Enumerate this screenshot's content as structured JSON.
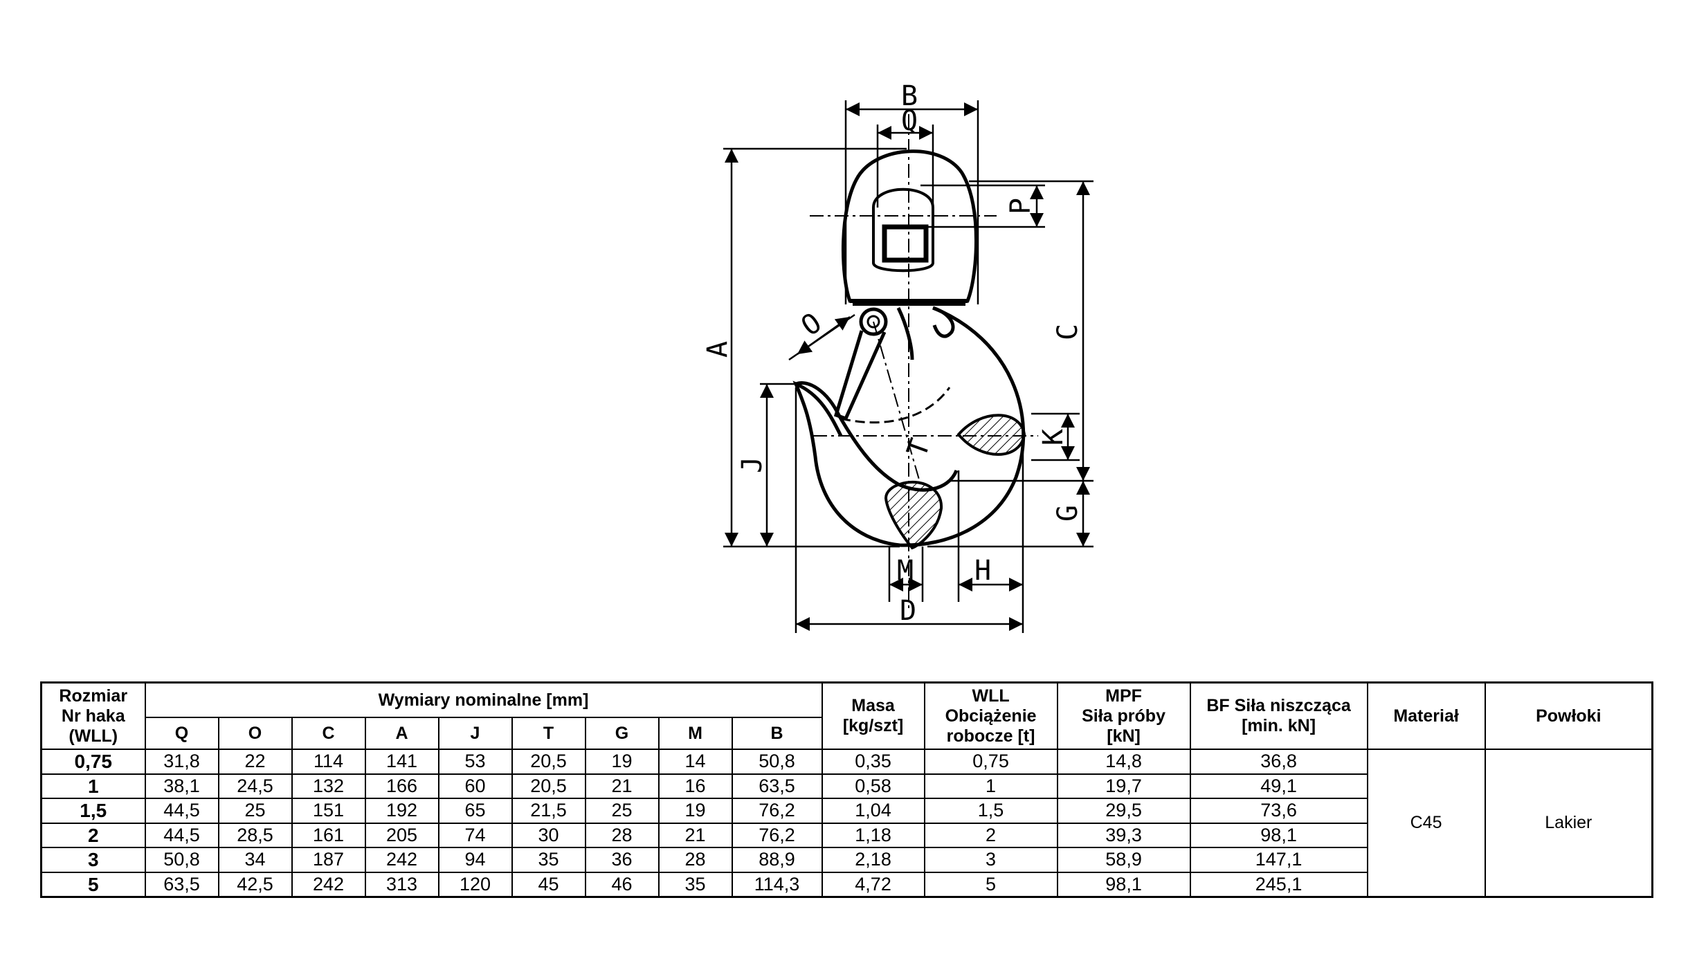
{
  "drawing": {
    "labels": {
      "B": "B",
      "Q": "Q",
      "P": "P",
      "A": "A",
      "C": "C",
      "O": "O",
      "J": "J",
      "T": "T",
      "K": "K",
      "G": "G",
      "M": "M",
      "H": "H",
      "D": "D"
    }
  },
  "table": {
    "header": {
      "size": "Rozmiar\nNr haka\n(WLL)",
      "dims_group": "Wymiary nominalne [mm]",
      "dims": [
        "Q",
        "O",
        "C",
        "A",
        "J",
        "T",
        "G",
        "M",
        "B"
      ],
      "mass": "Masa\n[kg/szt]",
      "wll": "WLL\nObciążenie\nrobocze [t]",
      "mpf": "MPF\nSiła próby\n[kN]",
      "bf": "BF Siła niszcząca\n[min. kN]",
      "material": "Materiał",
      "coating": "Powłoki"
    },
    "rows": [
      {
        "size": "0,75",
        "Q": "31,8",
        "O": "22",
        "C": "114",
        "A": "141",
        "J": "53",
        "T": "20,5",
        "G": "19",
        "M": "14",
        "B": "50,8",
        "mass": "0,35",
        "wll": "0,75",
        "mpf": "14,8",
        "bf": "36,8"
      },
      {
        "size": "1",
        "Q": "38,1",
        "O": "24,5",
        "C": "132",
        "A": "166",
        "J": "60",
        "T": "20,5",
        "G": "21",
        "M": "16",
        "B": "63,5",
        "mass": "0,58",
        "wll": "1",
        "mpf": "19,7",
        "bf": "49,1"
      },
      {
        "size": "1,5",
        "Q": "44,5",
        "O": "25",
        "C": "151",
        "A": "192",
        "J": "65",
        "T": "21,5",
        "G": "25",
        "M": "19",
        "B": "76,2",
        "mass": "1,04",
        "wll": "1,5",
        "mpf": "29,5",
        "bf": "73,6"
      },
      {
        "size": "2",
        "Q": "44,5",
        "O": "28,5",
        "C": "161",
        "A": "205",
        "J": "74",
        "T": "30",
        "G": "28",
        "M": "21",
        "B": "76,2",
        "mass": "1,18",
        "wll": "2",
        "mpf": "39,3",
        "bf": "98,1"
      },
      {
        "size": "3",
        "Q": "50,8",
        "O": "34",
        "C": "187",
        "A": "242",
        "J": "94",
        "T": "35",
        "G": "36",
        "M": "28",
        "B": "88,9",
        "mass": "2,18",
        "wll": "3",
        "mpf": "58,9",
        "bf": "147,1"
      },
      {
        "size": "5",
        "Q": "63,5",
        "O": "42,5",
        "C": "242",
        "A": "313",
        "J": "120",
        "T": "45",
        "G": "46",
        "M": "35",
        "B": "114,3",
        "mass": "4,72",
        "wll": "5",
        "mpf": "98,1",
        "bf": "245,1"
      }
    ],
    "material": "C45",
    "coating": "Lakier"
  }
}
